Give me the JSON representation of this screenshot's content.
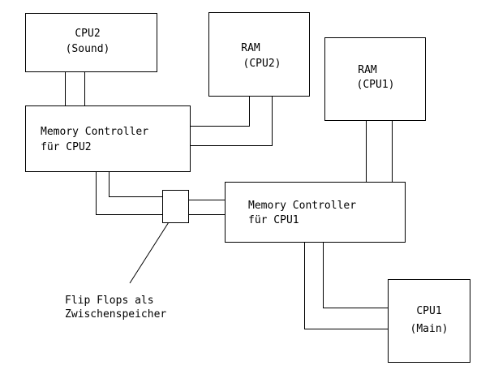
{
  "components": {
    "cpu2": {
      "line1": "CPU2",
      "line2": "(Sound)"
    },
    "ram_cpu2": {
      "line1": "RAM",
      "line2": "(CPU2)"
    },
    "ram_cpu1": {
      "line1": "RAM",
      "line2": "(CPU1)"
    },
    "memory_controller_cpu2": {
      "line1": "Memory Controller",
      "line2": "für CPU2"
    },
    "memory_controller_cpu1": {
      "line1": "Memory Controller",
      "line2": "für CPU1"
    },
    "cpu1": {
      "line1": "CPU1",
      "line2": "(Main)"
    }
  },
  "annotations": {
    "flip_flops": {
      "line1": "Flip Flops als",
      "line2": "Zwischenspeicher"
    }
  },
  "colors": {
    "background": "#ffffff",
    "stroke": "#000000",
    "text": "#000000"
  }
}
